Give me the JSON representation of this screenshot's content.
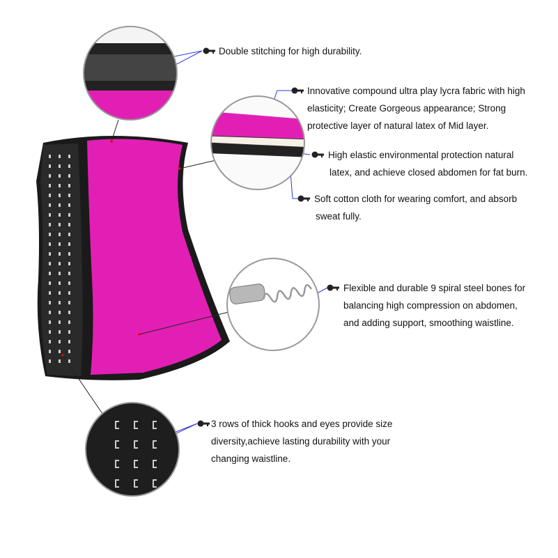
{
  "colors": {
    "fabric": "#e21fb4",
    "binding": "#1a1a1a",
    "leader": "#2b3bd6"
  },
  "features": [
    {
      "id": "stitching",
      "icon": "key-pointer-icon",
      "lines": [
        "Double stitching for high durability."
      ]
    },
    {
      "id": "lycra",
      "icon": "key-pointer-icon",
      "lines": [
        "Innovative compound ultra play lycra fabric with high",
        "elasticity; Create Gorgeous appearance; Strong",
        "protective layer of natural latex of Mid layer."
      ]
    },
    {
      "id": "latex",
      "icon": "key-pointer-icon",
      "lines": [
        "High elastic environmental protection natural",
        "latex, and achieve closed abdomen for fat burn."
      ]
    },
    {
      "id": "cotton",
      "icon": "key-pointer-icon",
      "lines": [
        "Soft cotton cloth for wearing comfort, and absorb",
        "sweat fully."
      ]
    },
    {
      "id": "steel-bones",
      "icon": "key-pointer-icon",
      "lines": [
        "Flexible and durable 9 spiral steel bones for",
        "balancing high compression on abdomen,",
        "and adding support, smoothing waistline."
      ]
    },
    {
      "id": "hooks",
      "icon": "key-pointer-icon",
      "lines": [
        "3 rows of thick hooks and eyes provide size",
        "diversity,achieve lasting durability with your",
        "changing waistline."
      ]
    }
  ]
}
